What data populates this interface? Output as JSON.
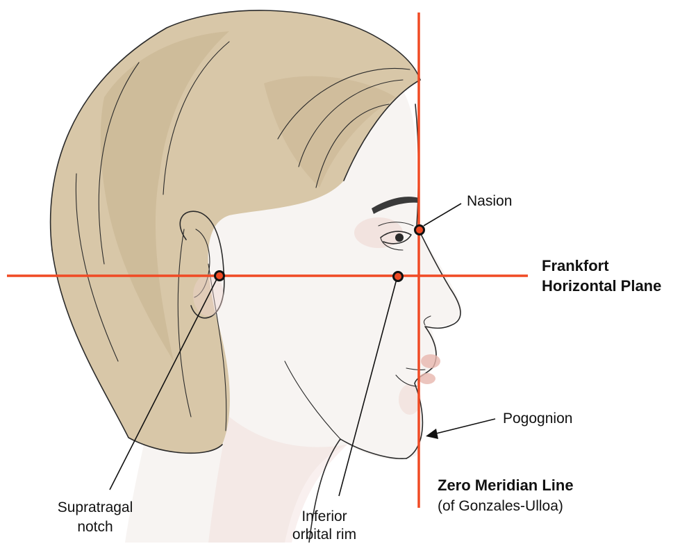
{
  "colors": {
    "reference_line": "#f04a24",
    "hair": "#d8c7a8",
    "hair_shade": "#c7b28e",
    "skin": "#f7f4f2",
    "blush": "#efd5d0",
    "lip": "#e7b7ae",
    "leader": "#111111",
    "landmark_fill": "#f04a24",
    "landmark_ring": "#111111"
  },
  "labels": {
    "nasion": "Nasion",
    "frankfort_line1": "Frankfort",
    "frankfort_line2": "Horizontal Plane",
    "pogognion": "Pogognion",
    "zero_meridian_line1": "Zero Meridian Line",
    "zero_meridian_line2": "(of Gonzales-Ulloa)",
    "supratragal_line1": "Supratragal",
    "supratragal_line2": "notch",
    "inferior_orbital_line1": "Inferior",
    "inferior_orbital_line2": "orbital rim"
  },
  "icons": [
    "head-profile-illustration",
    "landmark-dot",
    "arrow-head"
  ]
}
